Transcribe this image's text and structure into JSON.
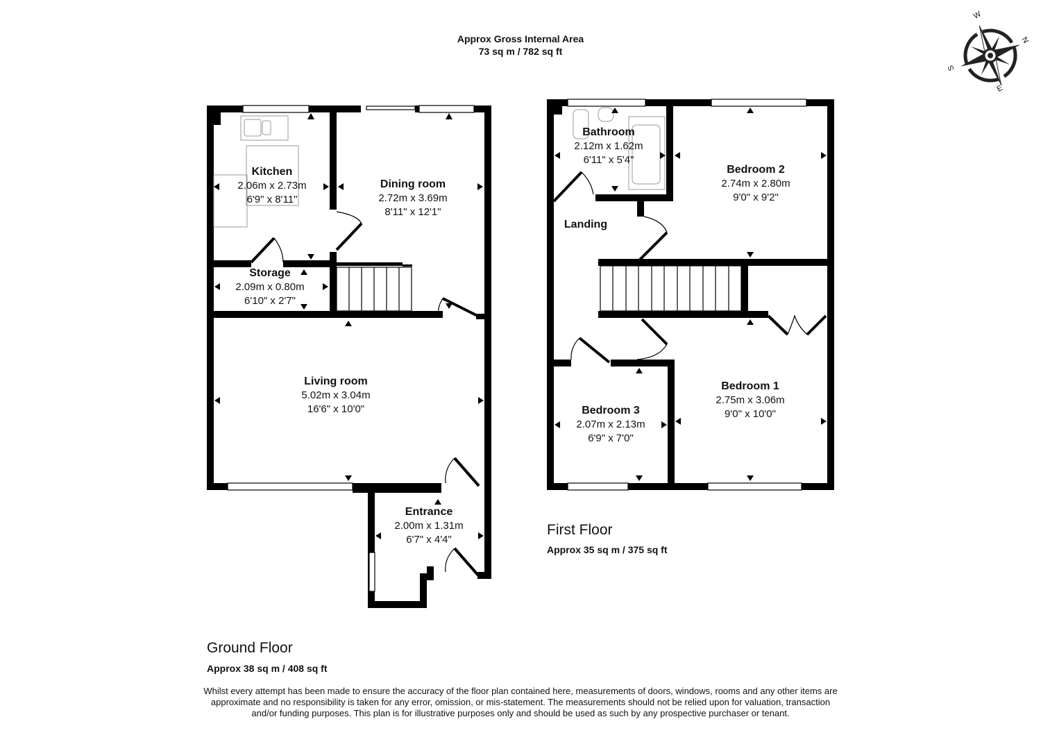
{
  "header": {
    "title": "Approx Gross Internal Area",
    "area": "73 sq m / 782 sq ft"
  },
  "compass": {
    "n": "N",
    "e": "E",
    "s": "S",
    "w": "W"
  },
  "ground_floor": {
    "title": "Ground Floor",
    "area": "Approx 38 sq m / 408 sq ft",
    "rooms": [
      {
        "name": "Kitchen",
        "metric": "2.06m x 2.73m",
        "imperial": "6'9\" x 8'11\""
      },
      {
        "name": "Dining room",
        "metric": "2.72m x 3.69m",
        "imperial": "8'11\" x 12'1\""
      },
      {
        "name": "Storage",
        "metric": "2.09m x 0.80m",
        "imperial": "6'10\" x 2'7\""
      },
      {
        "name": "Living room",
        "metric": "5.02m x 3.04m",
        "imperial": "16'6\" x 10'0\""
      },
      {
        "name": "Entrance",
        "metric": "2.00m x 1.31m",
        "imperial": "6'7\" x 4'4\""
      }
    ]
  },
  "first_floor": {
    "title": "First Floor",
    "area": "Approx 35 sq m / 375 sq ft",
    "rooms": [
      {
        "name": "Bathroom",
        "metric": "2.12m x 1.62m",
        "imperial": "6'11\" x 5'4\""
      },
      {
        "name": "Bedroom 2",
        "metric": "2.74m x 2.80m",
        "imperial": "9'0\" x 9'2\""
      },
      {
        "name": "Landing"
      },
      {
        "name": "Bedroom 1",
        "metric": "2.75m x 3.06m",
        "imperial": "9'0\" x 10'0\""
      },
      {
        "name": "Bedroom 3",
        "metric": "2.07m x 2.13m",
        "imperial": "6'9\" x 7'0\""
      }
    ]
  },
  "disclaimer": "Whilst every attempt has been made to ensure the accuracy of the floor plan contained here, measurements of doors, windows, rooms and any other items are approximate and no responsibility is taken for any error, omission, or mis-statement. The measurements should not be relied upon for valuation, transaction and/or funding purposes. This plan is for illustrative purposes only and should be used as such by any prospective purchaser or tenant."
}
